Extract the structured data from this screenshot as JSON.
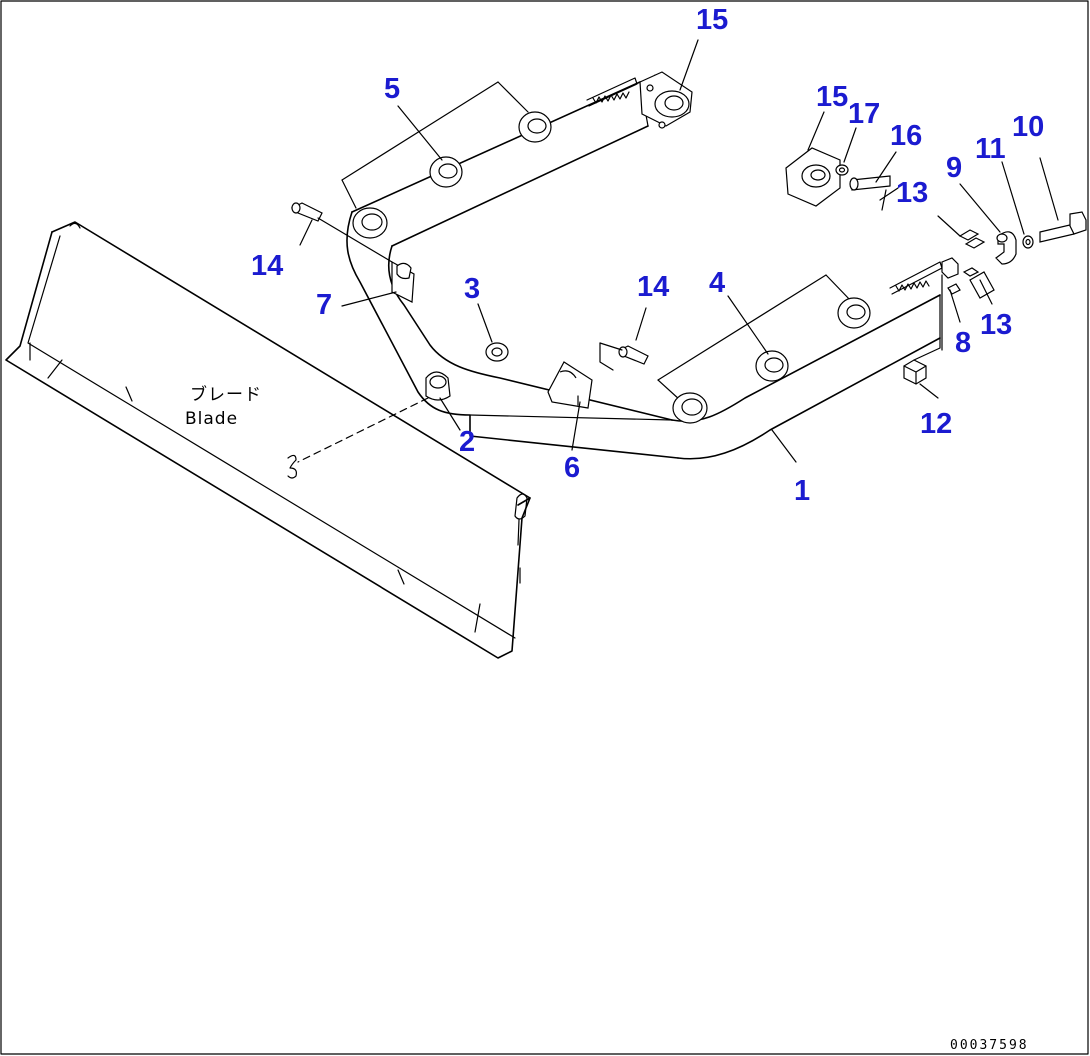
{
  "diagram": {
    "label_color": "#1b1bd0",
    "line_color": "#000000",
    "background": "#ffffff",
    "blade_label_jp": "ブレード",
    "blade_label_en": "Blade",
    "drawing_code": "00037598",
    "part_numbers": {
      "p1": "1",
      "p2": "2",
      "p3": "3",
      "p4": "4",
      "p5": "5",
      "p6": "6",
      "p7": "7",
      "p8": "8",
      "p9": "9",
      "p10": "10",
      "p11": "11",
      "p12": "12",
      "p13a": "13",
      "p13b": "13",
      "p14a": "14",
      "p14b": "14",
      "p15a": "15",
      "p15b": "15",
      "p16": "16",
      "p17": "17"
    }
  }
}
